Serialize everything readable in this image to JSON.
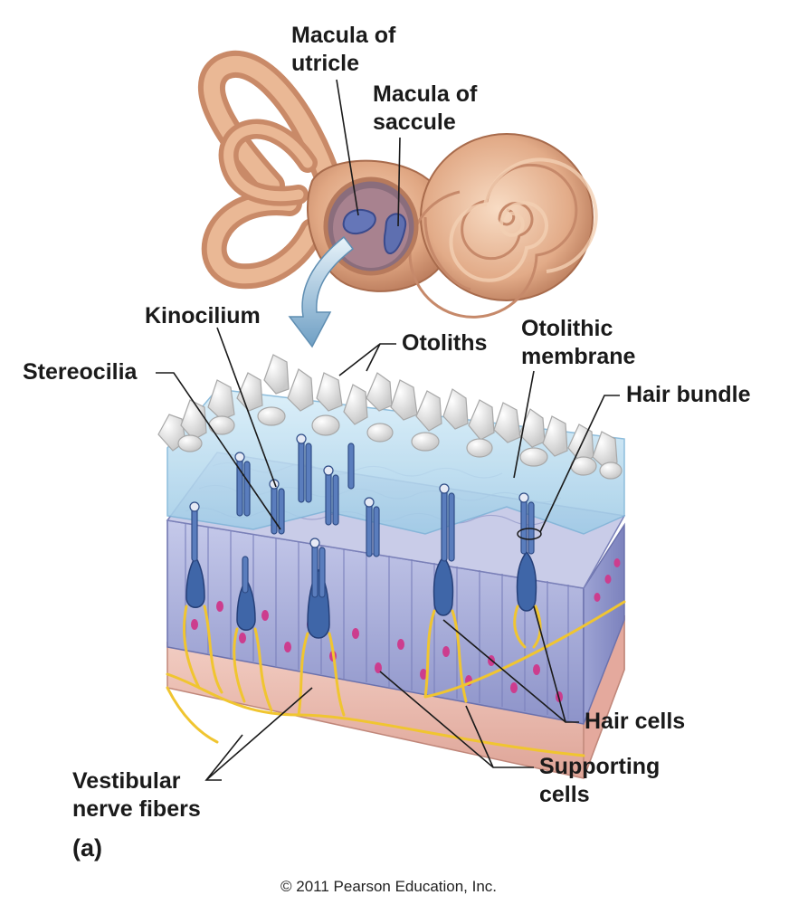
{
  "labels": {
    "macula_utricle": [
      "Macula of",
      "utricle"
    ],
    "macula_saccule": [
      "Macula of",
      "saccule"
    ],
    "kinocilium": "Kinocilium",
    "otoliths": "Otoliths",
    "otolithic_membrane": [
      "Otolithic",
      "membrane"
    ],
    "stereocilia": "Stereocilia",
    "hair_bundle": "Hair bundle",
    "hair_cells": "Hair cells",
    "supporting_cells": [
      "Supporting",
      "cells"
    ],
    "vestibular_nerve_fibers": [
      "Vestibular",
      "nerve fibers"
    ]
  },
  "panel_letter": "(a)",
  "copyright": "© 2011 Pearson Education, Inc.",
  "colors": {
    "labyrinth": "#e0a783",
    "labyrinth_dark": "#b07050",
    "membrane": "#bfe0f2",
    "otolith": "#eeeeee",
    "epithelium": "#a9aed8",
    "hair_cell": "#3f66a8",
    "nerve": "#f0c530",
    "nucleus": "#cc3d8e",
    "connective": "#f0c4b8"
  }
}
